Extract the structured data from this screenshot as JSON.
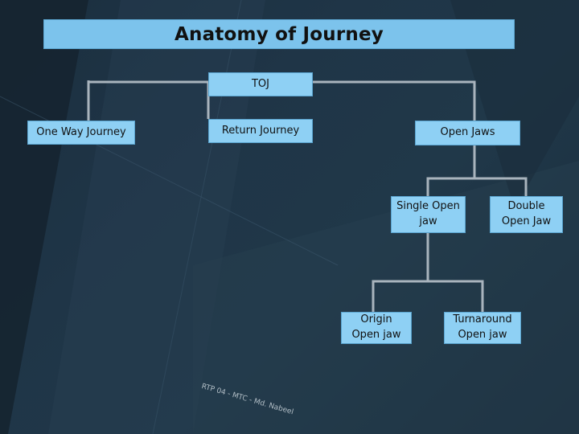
{
  "title": "Anatomy of Journey",
  "nodes": {
    "toj": "TOJ",
    "one_way": "One Way Journey",
    "return": "Return Journey",
    "open_jaws": "Open Jaws",
    "single_open_jaw": "Single  Open\njaw",
    "double_open_jaw": "Double\nOpen Jaw",
    "origin_open_jaw": "Origin\nOpen jaw",
    "turnaround_open_jaw": "Turnaround\nOpen jaw"
  },
  "watermark": "RTP 04 - MTC - Md. Nabeel",
  "colors": {
    "title_bar": "#7cc3ec",
    "node_fill": "#8ed0f4",
    "connector": "#a9b4bd",
    "background": "#1f3547"
  }
}
